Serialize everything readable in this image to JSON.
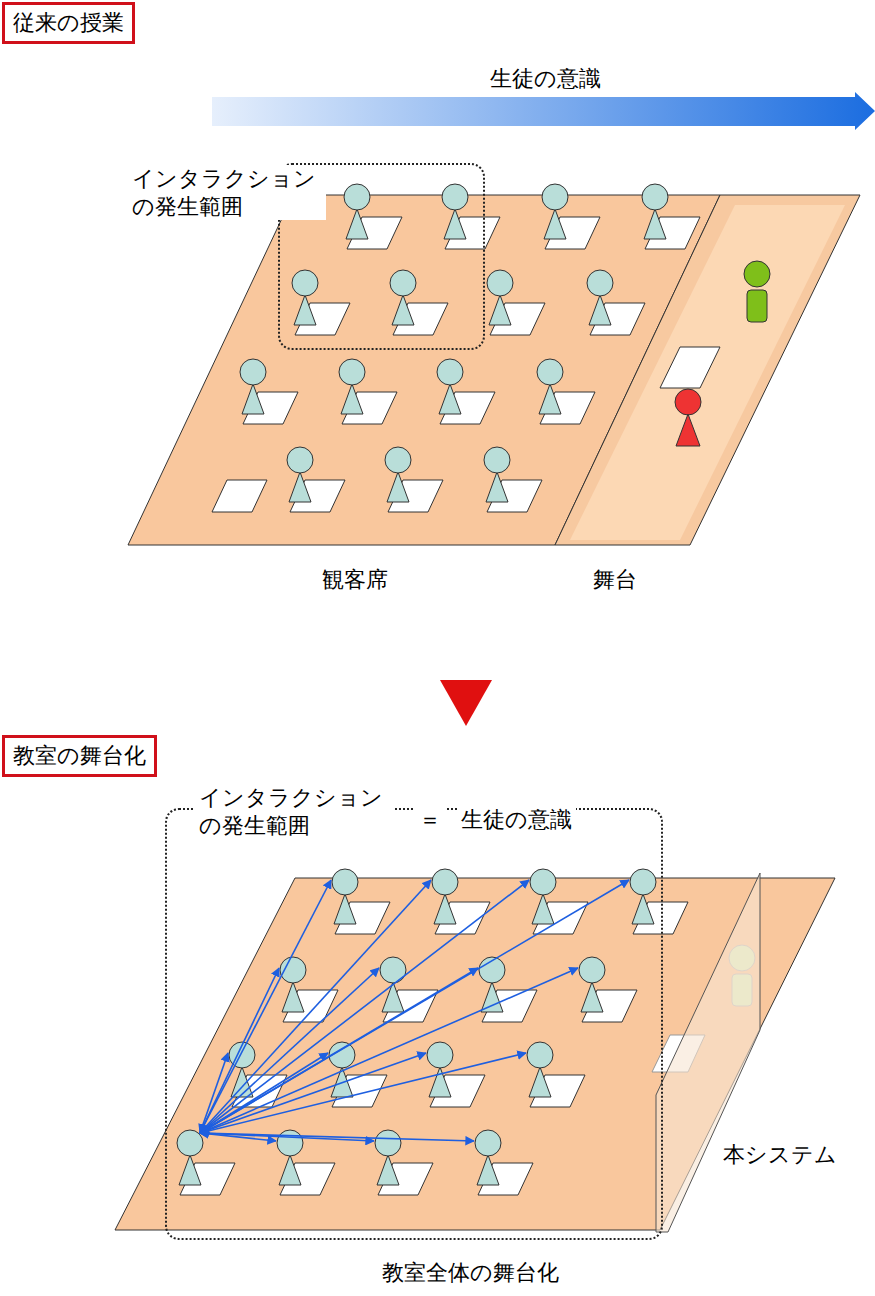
{
  "diagram": {
    "nodes": [
      {
        "text": [
          "従来の授業"
        ]
      },
      {
        "text": [
          "インタラクション の発生範囲"
        ]
      },
      {
        "text": [
          "教室の舞台化"
        ]
      },
      {
        "text": [
          "インタラクション の発生範囲",
          "＝",
          "生徒の意識"
        ]
      }
    ],
    "labels": [
      "生徒の意識",
      "観客席",
      "舞台",
      "本システム",
      "教室全体の舞台化"
    ]
  }
}
